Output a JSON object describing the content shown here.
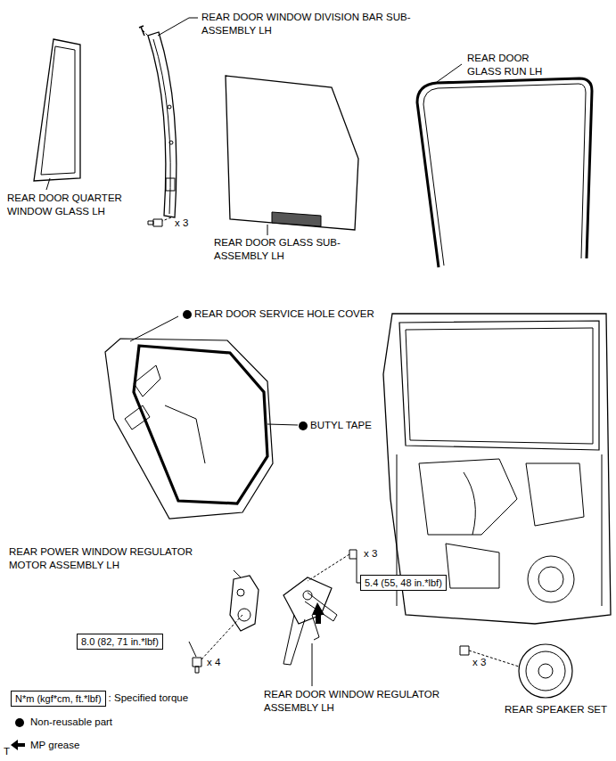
{
  "diagram": {
    "nodes": [
      {
        "text": [
          "5.4 (55, 48 in.*lbf)"
        ]
      },
      {
        "text": [
          "8.0 (82, 71 in.*lbf)"
        ]
      },
      {
        "text": [
          "N*m (kgf*cm, ft.*lbf)"
        ]
      }
    ],
    "labels": [
      "REAR DOOR WINDOW DIVISION BAR SUB-ASSEMBLY LH",
      "REAR DOOR GLASS RUN LH",
      "REAR DOOR QUARTER WINDOW GLASS LH",
      "x 3",
      "REAR DOOR GLASS SUB-ASSEMBLY LH",
      "REAR DOOR SERVICE HOLE COVER",
      "BUTYL TAPE",
      "REAR POWER WINDOW REGULATOR MOTOR ASSEMBLY LH",
      "x 3",
      "x 4",
      "REAR DOOR WINDOW REGULATOR ASSEMBLY LH",
      "x 3",
      "REAR SPEAKER SET",
      ": Specified torque",
      "T"
    ],
    "legend": [
      {
        "text": "Non-reusable part"
      },
      {
        "text": "MP grease"
      }
    ]
  }
}
